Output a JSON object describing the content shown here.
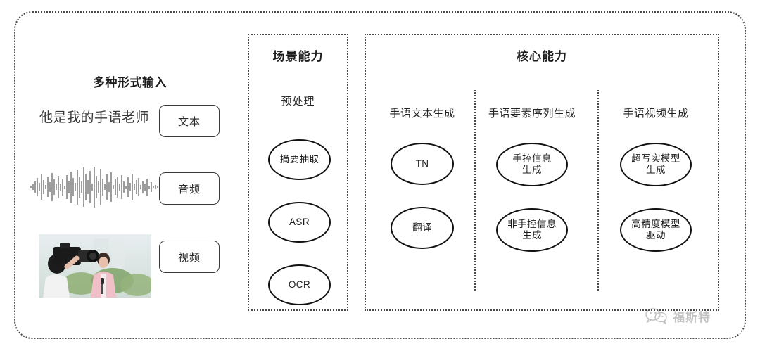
{
  "diagram": {
    "input_section": {
      "title": "多种形式输入",
      "sample_text": "他是我的手语老师",
      "waveform_icon": "audio-waveform",
      "video_thumbnail_icon": "video-thumbnail-camera-operator-reporter",
      "modalities": [
        {
          "label": "文本",
          "icon": "text-modality"
        },
        {
          "label": "音频",
          "icon": "audio-modality"
        },
        {
          "label": "视频",
          "icon": "video-modality"
        }
      ]
    },
    "scenario_panel": {
      "title": "场景能力",
      "subtitle": "预处理",
      "nodes": [
        {
          "label": "摘要抽取"
        },
        {
          "label": "ASR"
        },
        {
          "label": "OCR"
        }
      ]
    },
    "core_panel": {
      "title": "核心能力",
      "columns": [
        {
          "header": "手语文本生成",
          "nodes": [
            {
              "line1": "TN",
              "line2": ""
            },
            {
              "line1": "翻译",
              "line2": ""
            }
          ]
        },
        {
          "header": "手语要素序列生成",
          "nodes": [
            {
              "line1": "手控信息",
              "line2": "生成"
            },
            {
              "line1": "非手控信息",
              "line2": "生成"
            }
          ]
        },
        {
          "header": "手语视频生成",
          "nodes": [
            {
              "line1": "超写实模型",
              "line2": "生成"
            },
            {
              "line1": "高精度模型",
              "line2": "驱动"
            }
          ]
        }
      ]
    },
    "watermark": {
      "text": "福斯特",
      "icon": "wechat-logo"
    },
    "colors": {
      "frame": "#4a4a4a",
      "node_border": "#111111",
      "text": "#1d1d1d",
      "background": "#ffffff"
    }
  }
}
